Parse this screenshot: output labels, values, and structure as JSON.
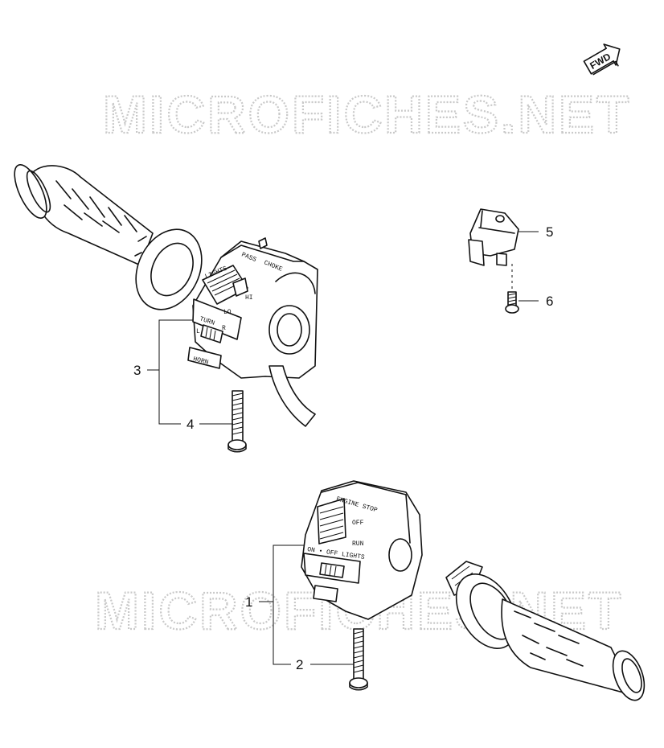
{
  "watermark": "MICROFICHES.NET",
  "fwd_label": "FWD",
  "callouts": [
    {
      "id": "1",
      "label": "1"
    },
    {
      "id": "2",
      "label": "2"
    },
    {
      "id": "3",
      "label": "3"
    },
    {
      "id": "4",
      "label": "4"
    },
    {
      "id": "5",
      "label": "5"
    },
    {
      "id": "6",
      "label": "6"
    }
  ],
  "left_switch_labels": {
    "pass": "PASS",
    "choke": "CHOKE",
    "lights": "LIGHTS",
    "hi": "HI",
    "lo": "LO",
    "turn": "TURN",
    "r": "R",
    "l": "L",
    "horn": "HORN"
  },
  "right_switch_labels": {
    "engine_stop": "ENGINE STOP",
    "off": "OFF",
    "run": "RUN",
    "on_off_lights": "ON • OFF LIGHTS"
  }
}
